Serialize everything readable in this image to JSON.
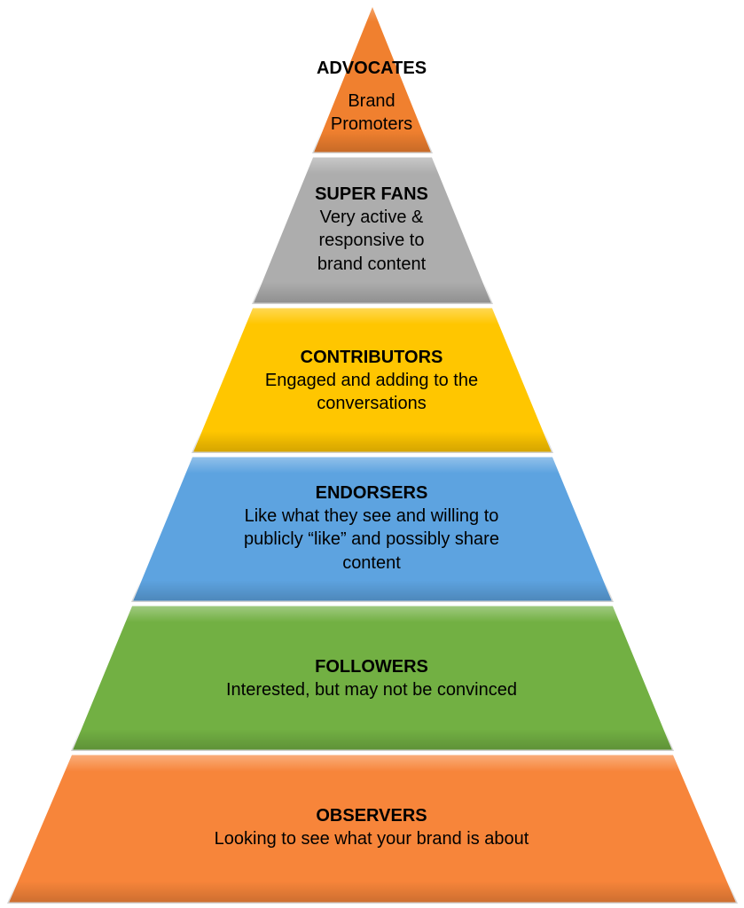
{
  "pyramid": {
    "tiers": [
      {
        "title": "ADVOCATES",
        "description_lines": [
          "Brand",
          "Promoters"
        ],
        "color": "#F0802F"
      },
      {
        "title": "SUPER FANS",
        "description_lines": [
          "Very active &",
          "responsive to",
          "brand content"
        ],
        "color": "#ADADAD"
      },
      {
        "title": "CONTRIBUTORS",
        "description_lines": [
          "Engaged and adding to the",
          "conversations"
        ],
        "color": "#FFC600"
      },
      {
        "title": "ENDORSERS",
        "description_lines": [
          "Like what they see and willing to",
          "publicly “like” and possibly share",
          "content"
        ],
        "color": "#5DA3E0"
      },
      {
        "title": "FOLLOWERS",
        "description_lines": [
          "Interested, but may not be convinced"
        ],
        "color": "#72B043"
      },
      {
        "title": "OBSERVERS",
        "description_lines": [
          "Looking to see what your brand is about"
        ],
        "color": "#F7853A"
      }
    ]
  }
}
